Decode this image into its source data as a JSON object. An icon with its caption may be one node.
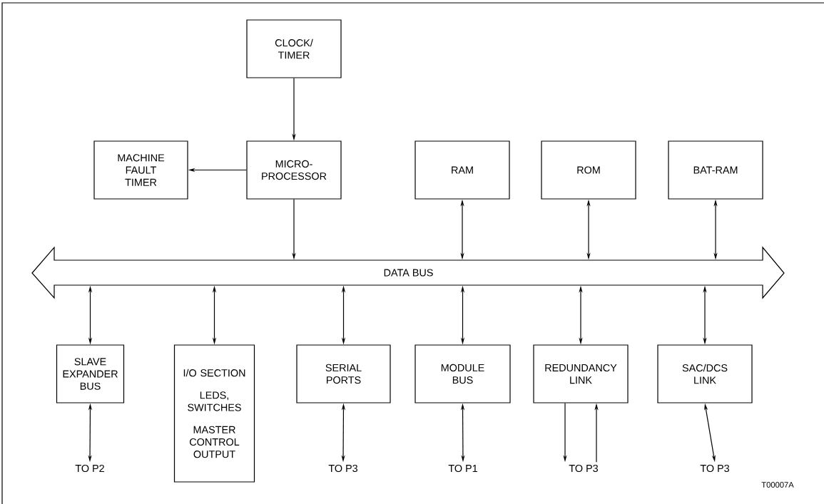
{
  "diagram": {
    "nodes": [
      {
        "text": [
          "CLOCK/ TIMER"
        ]
      },
      {
        "text": [
          "MACHINE FAULT TIMER"
        ]
      },
      {
        "text": [
          "MICRO-PROCESSOR"
        ]
      },
      {
        "text": [
          "RAM"
        ]
      },
      {
        "text": [
          "ROM"
        ]
      },
      {
        "text": [
          "BAT-RAM"
        ]
      },
      {
        "text": [
          "DATA BUS"
        ]
      },
      {
        "text": [
          "SLAVE EXPANDER BUS"
        ]
      },
      {
        "text": [
          "I/O SECTION",
          "LEDS, SWITCHES",
          "MASTER CONTROL OUTPUT"
        ]
      },
      {
        "text": [
          "SERIAL PORTS"
        ]
      },
      {
        "text": [
          "MODULE BUS"
        ]
      },
      {
        "text": [
          "REDUNDANCY LINK"
        ]
      },
      {
        "text": [
          "SAC/DCS LINK"
        ]
      },
      {
        "text": [
          "TO P2"
        ]
      },
      {
        "text": [
          "TO P3"
        ]
      },
      {
        "text": [
          "TO P1"
        ]
      },
      {
        "text": [
          "TO P3"
        ]
      },
      {
        "text": [
          "TO P3"
        ]
      }
    ],
    "edges": [
      {
        "from": 0,
        "to": 2,
        "arrow": "to"
      },
      {
        "from": 2,
        "to": 1,
        "arrow": "to"
      },
      {
        "from": 2,
        "to": 6,
        "arrow": "to"
      },
      {
        "from": 3,
        "to": 6,
        "arrow": "both"
      },
      {
        "from": 4,
        "to": 6,
        "arrow": "both"
      },
      {
        "from": 5,
        "to": 6,
        "arrow": "both"
      },
      {
        "from": 6,
        "to": 7,
        "arrow": "both"
      },
      {
        "from": 6,
        "to": 8,
        "arrow": "both"
      },
      {
        "from": 6,
        "to": 9,
        "arrow": "both"
      },
      {
        "from": 6,
        "to": 10,
        "arrow": "both"
      },
      {
        "from": 6,
        "to": 11,
        "arrow": "both"
      },
      {
        "from": 6,
        "to": 12,
        "arrow": "both"
      },
      {
        "from": 7,
        "to": 13,
        "arrow": "both"
      },
      {
        "from": 9,
        "to": 14,
        "arrow": "both"
      },
      {
        "from": 10,
        "to": 15,
        "arrow": "both"
      },
      {
        "from": 11,
        "to": 16,
        "arrow": "to"
      },
      {
        "from": 16,
        "to": 11,
        "arrow": "to"
      },
      {
        "from": 12,
        "to": 17,
        "arrow": "both"
      }
    ],
    "labels": [
      "T00007A"
    ]
  }
}
